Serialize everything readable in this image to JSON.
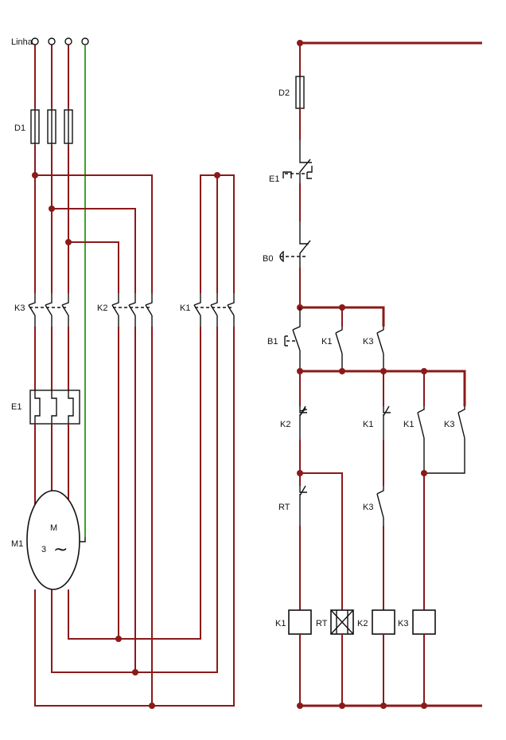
{
  "power_circuit": {
    "supply_label": "Linha",
    "fuse_label": "D1",
    "contactor_labels": [
      "K3",
      "K2",
      "K1"
    ],
    "overload_label": "E1",
    "motor_label": "M1",
    "motor_symbol": "M",
    "motor_phases": "3",
    "motor_ac": "~"
  },
  "control_circuit": {
    "fuse_label": "D2",
    "overload_contact_label": "E1",
    "stop_button_label": "B0",
    "start_button_label": "B1",
    "parallel_contacts": [
      "K1",
      "K3"
    ],
    "interlock_contacts": [
      "K2",
      "K1",
      "K1",
      "K3"
    ],
    "timer_contact_label": "RT",
    "k3_contact_label": "K3",
    "coil_labels": [
      "K1",
      "RT",
      "K2",
      "K3"
    ]
  },
  "colors": {
    "wire": "#8b1a1a",
    "ground": "#3aa52a",
    "symbol": "#111111"
  }
}
